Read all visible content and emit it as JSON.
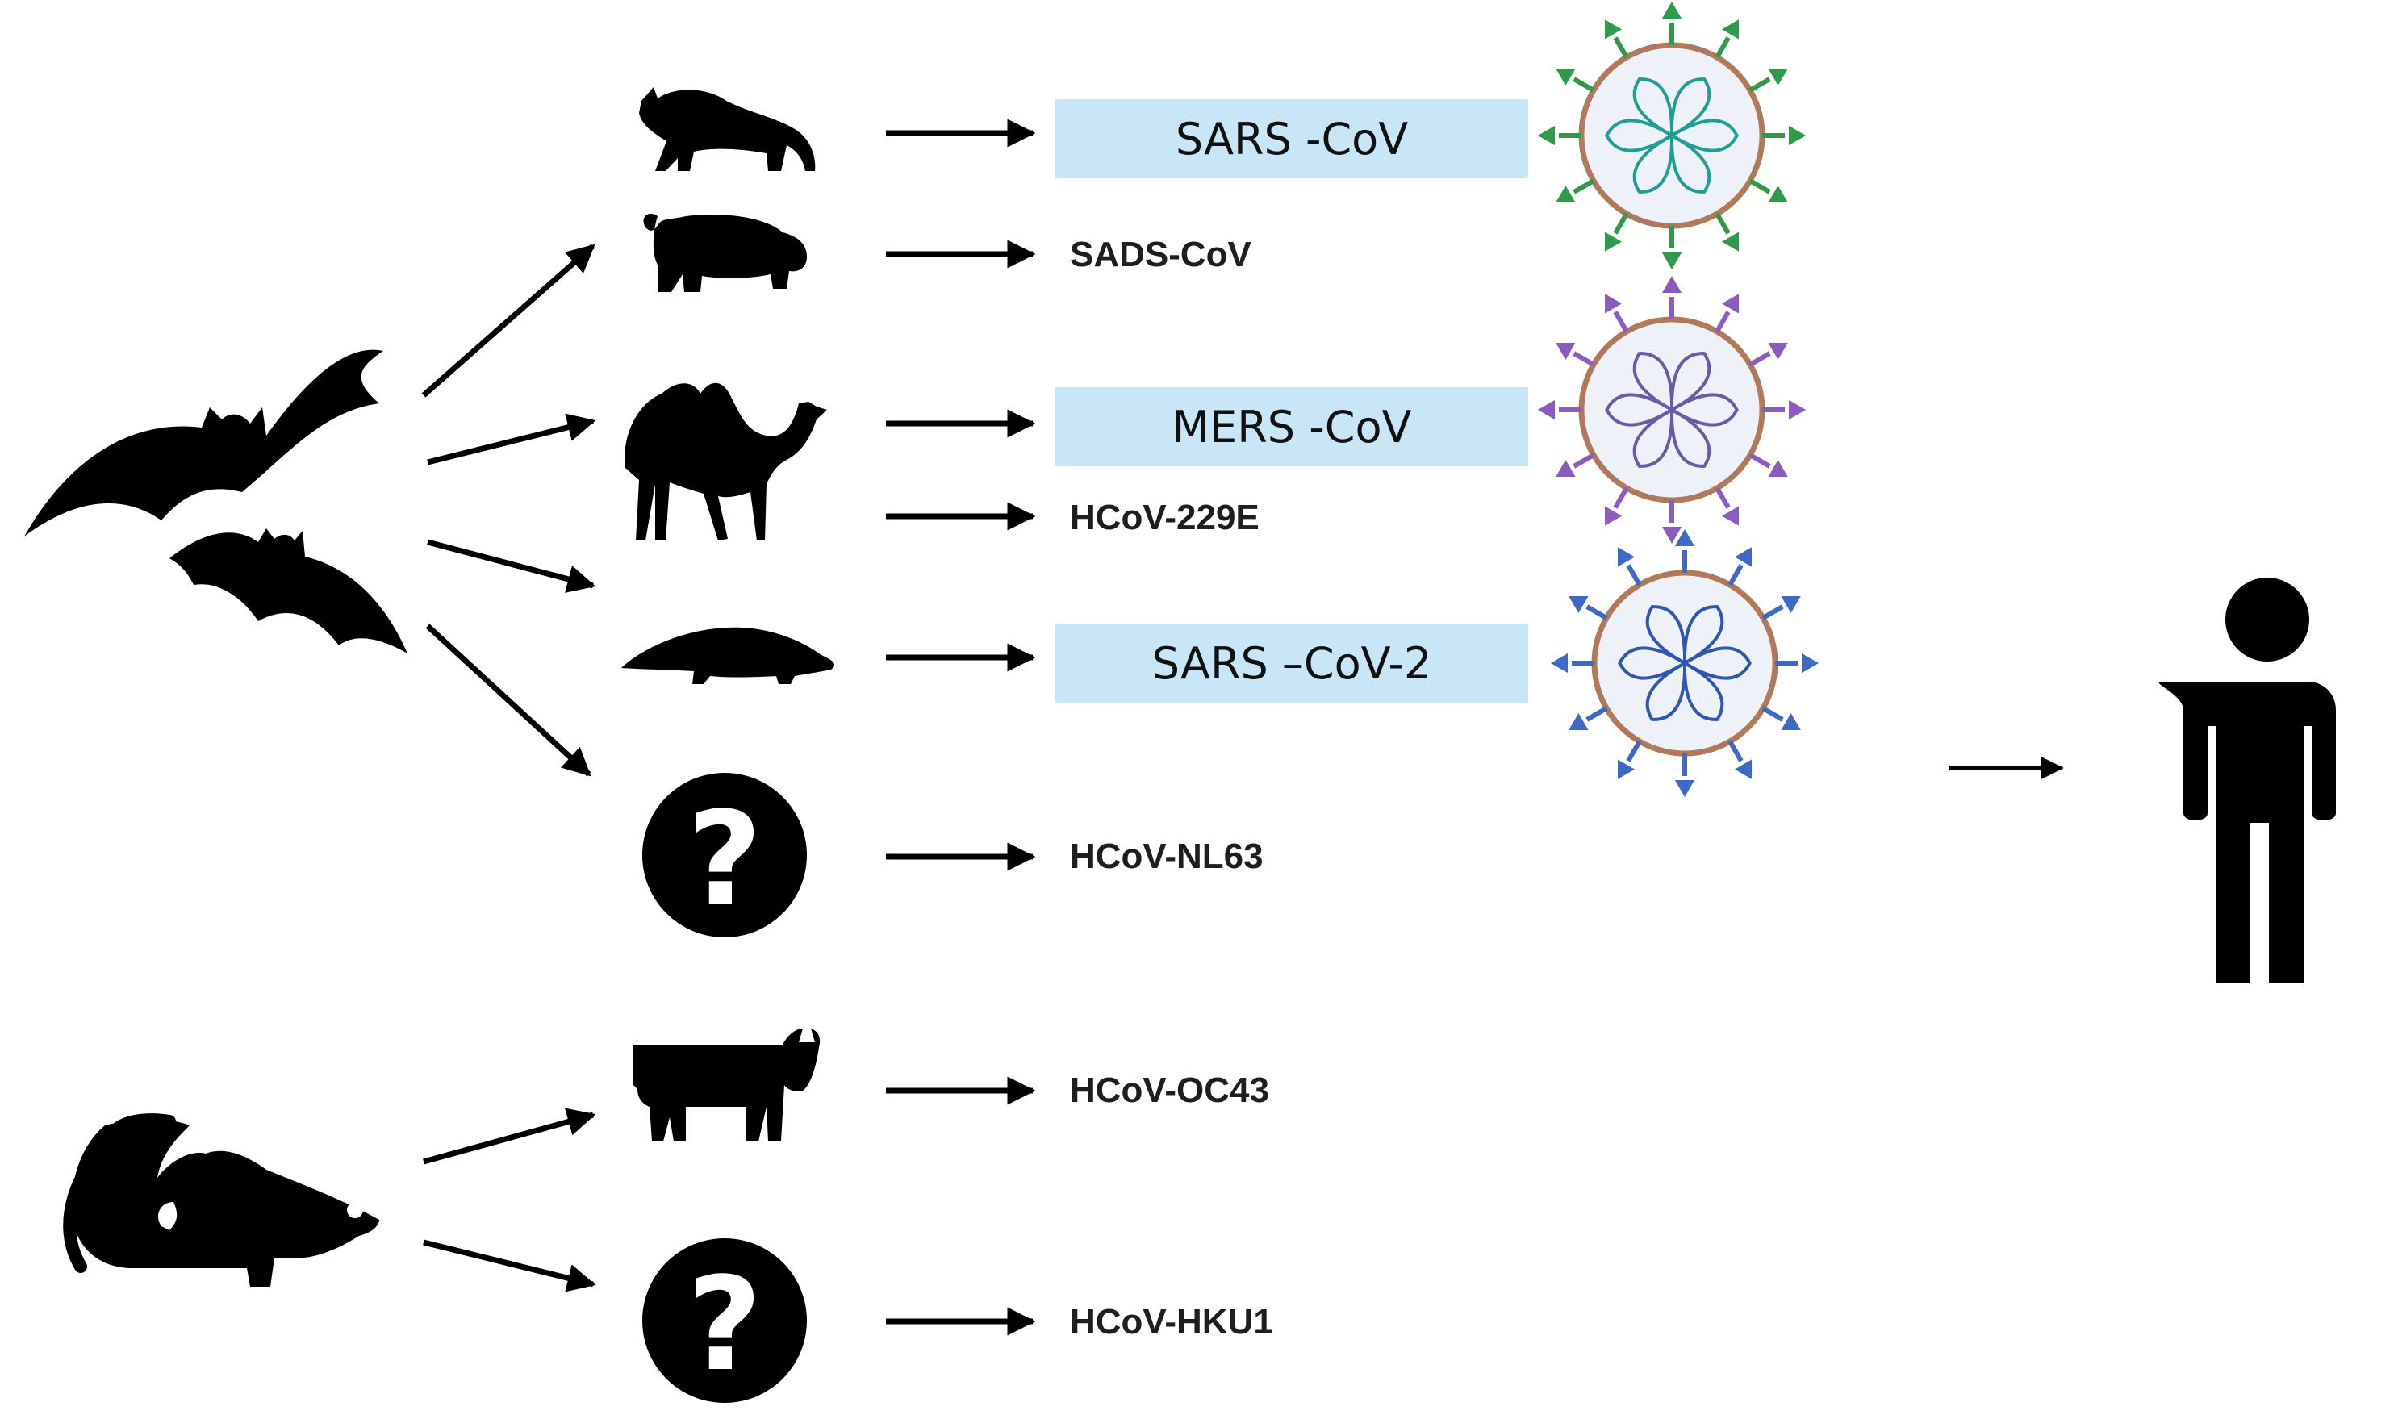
{
  "viruses": {
    "sars_cov": "SARS -CoV",
    "sads_cov": "SADS-CoV",
    "mers_cov": "MERS -CoV",
    "hcov_229e": "HCoV-229E",
    "sars_cov_2": "SARS –CoV-2",
    "hcov_nl63": "HCoV-NL63",
    "hcov_oc43": "HCoV-OC43",
    "hcov_hku1": "HCoV-HKU1"
  },
  "unknown_host_symbol": "?",
  "colors": {
    "highlight_box": "#c9e6f6",
    "sars_cov_spikes": "#2e9a4a",
    "sars_cov_genome": "#1f9e93",
    "mers_cov_spikes": "#8a5cc0",
    "mers_cov_genome": "#6a5aa8",
    "sars_cov_2_spikes": "#3d6ac4",
    "sars_cov_2_genome": "#2f56b0"
  }
}
